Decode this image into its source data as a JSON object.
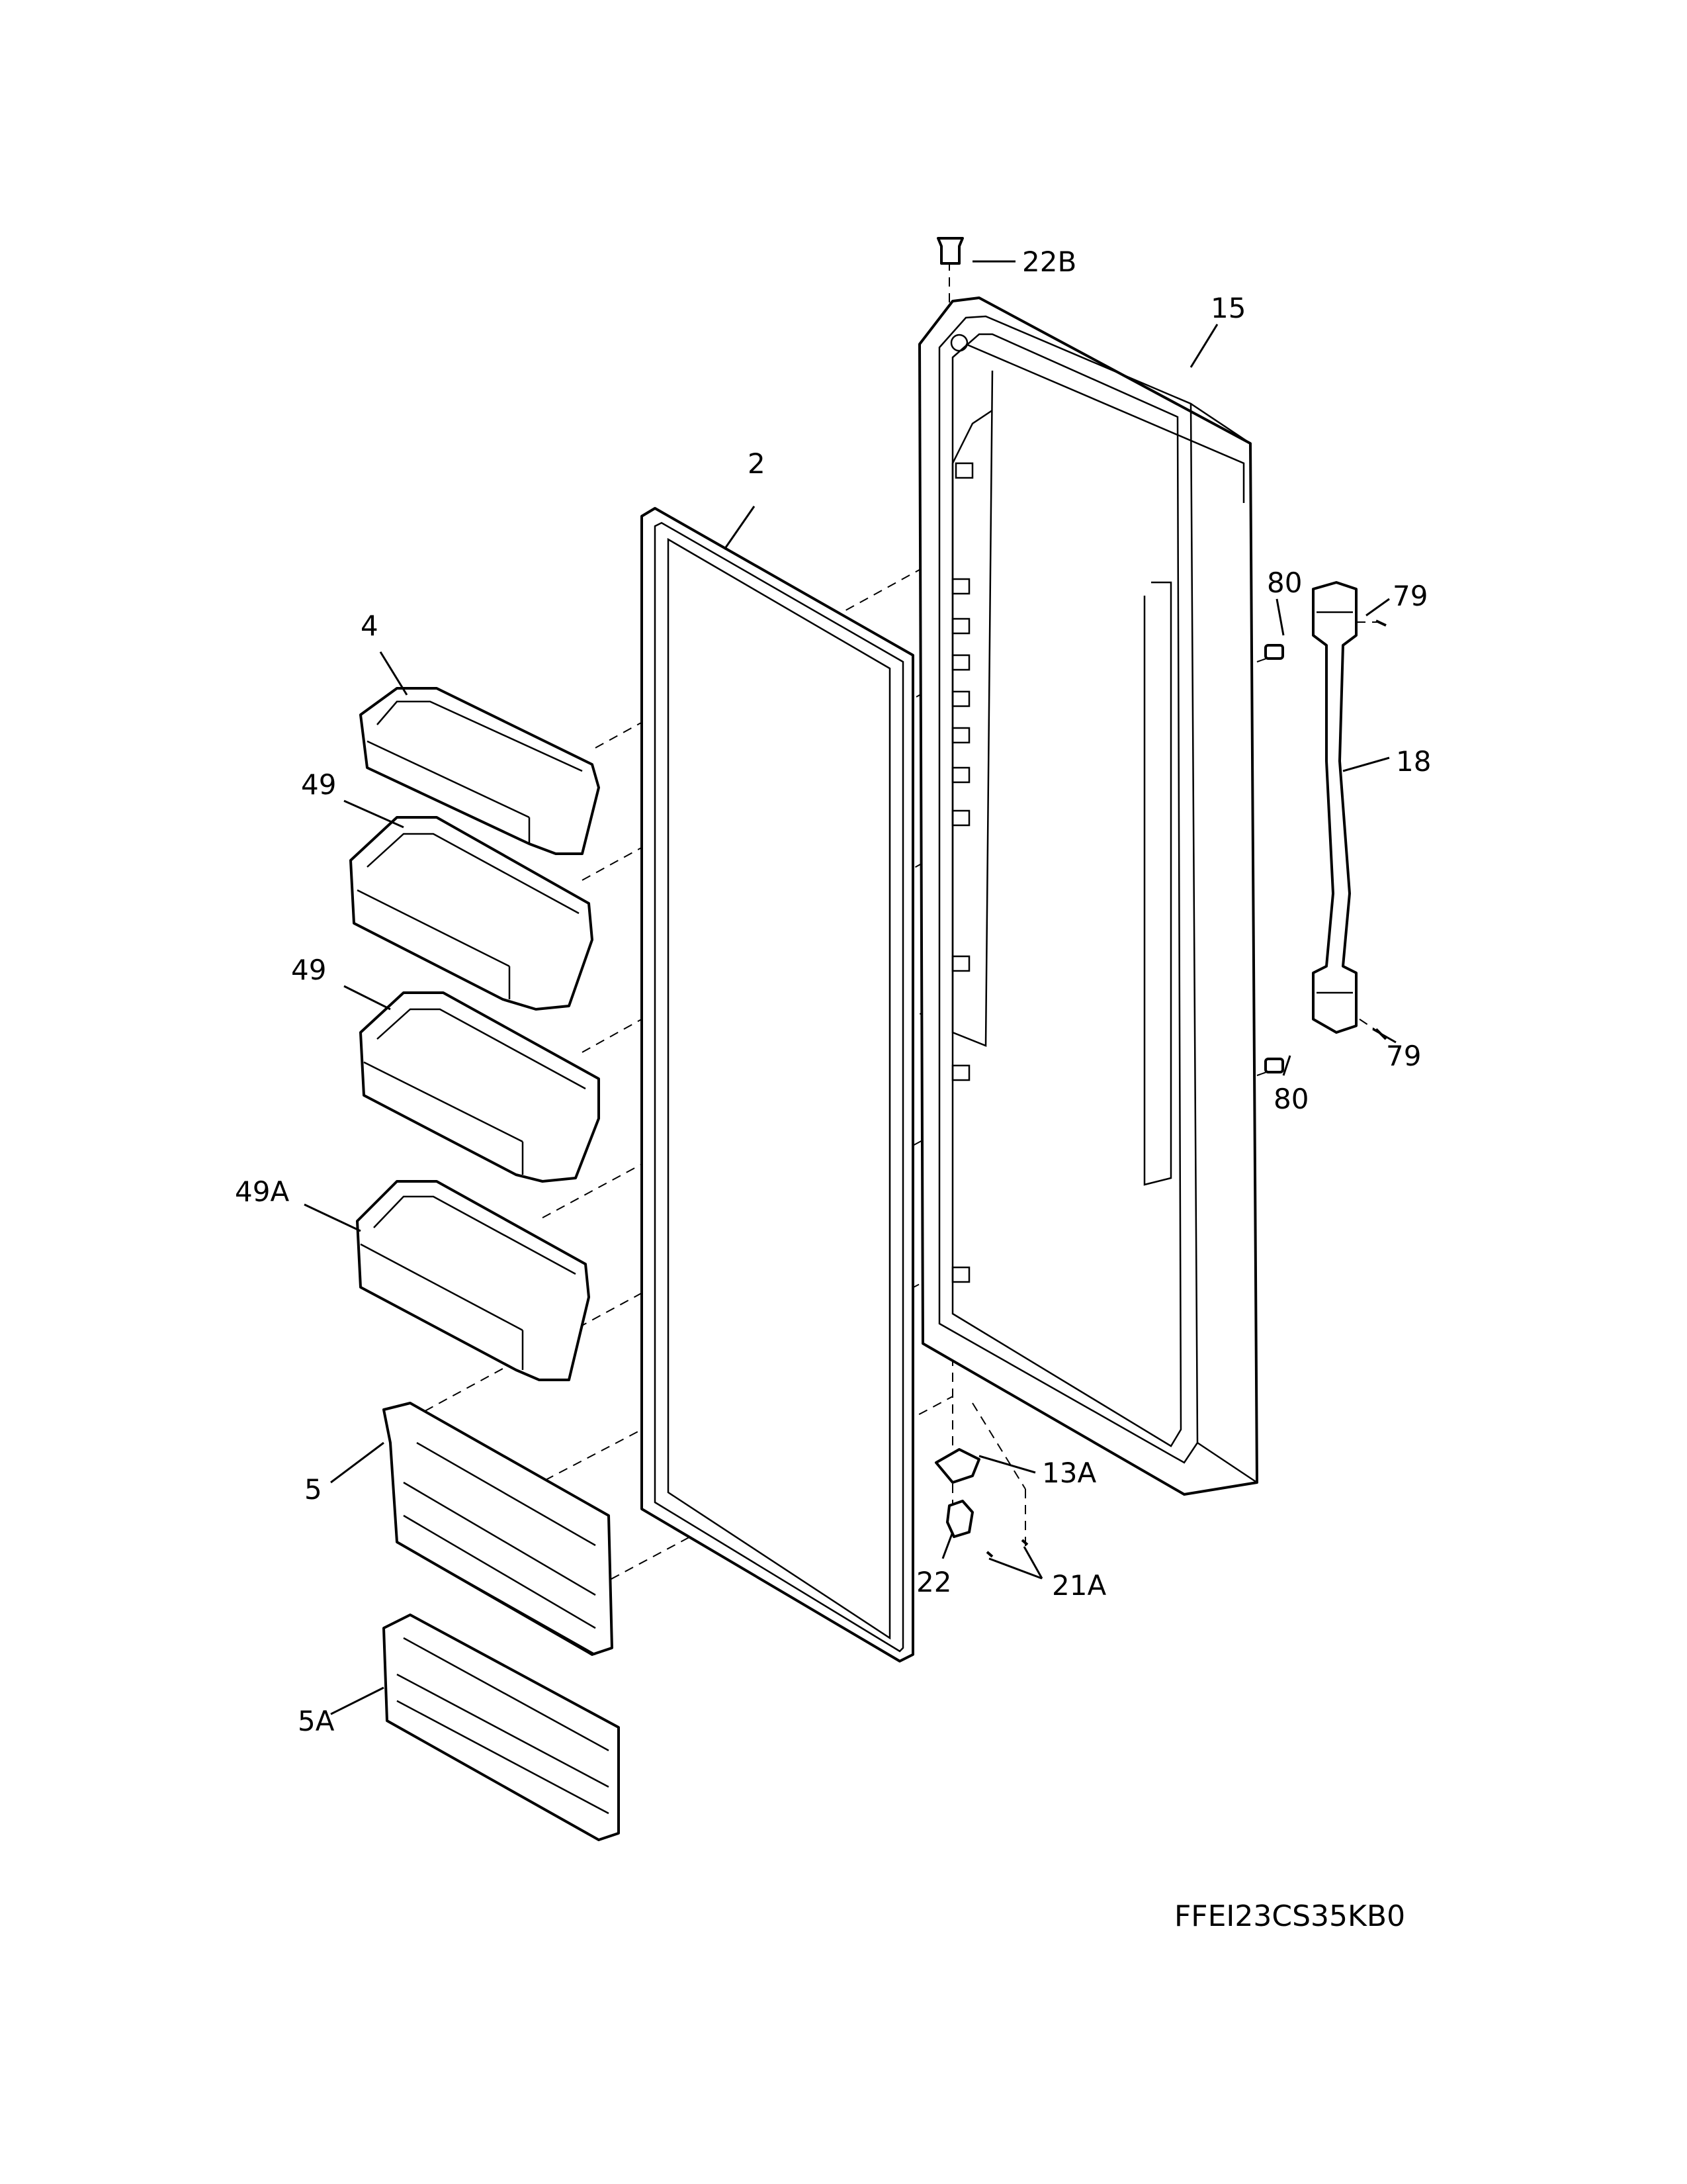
{
  "model_number": "FFEI23CS35KB0",
  "callouts": {
    "c22B": "22B",
    "c15": "15",
    "c2": "2",
    "c4": "4",
    "c49a": "49",
    "c49b": "49",
    "c49A": "49A",
    "c5": "5",
    "c5A": "5A",
    "c80a": "80",
    "c80b": "80",
    "c79a": "79",
    "c79b": "79",
    "c18": "18",
    "c13A": "13A",
    "c22": "22",
    "c21A": "21A"
  }
}
